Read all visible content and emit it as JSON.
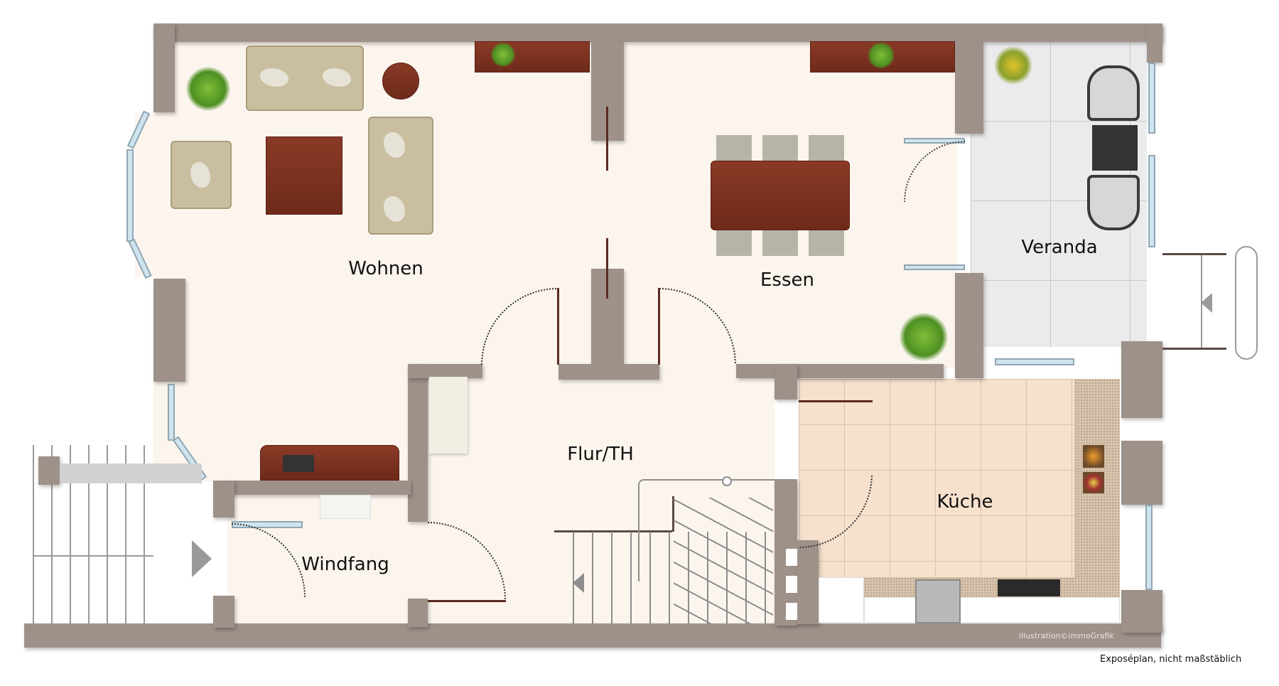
{
  "plan": {
    "rooms": [
      {
        "id": "wohnen",
        "label": "Wohnen"
      },
      {
        "id": "essen",
        "label": "Essen"
      },
      {
        "id": "veranda",
        "label": "Veranda"
      },
      {
        "id": "flur",
        "label": "Flur/TH"
      },
      {
        "id": "kueche",
        "label": "Küche"
      },
      {
        "id": "windfang",
        "label": "Windfang"
      }
    ],
    "credit": "illustration©immoGrafik",
    "note": "Exposéplan, nicht maßstäblich"
  },
  "colors": {
    "wall": "#9e9189",
    "floor": "#fcf5ee",
    "veranda_tile": "#eaebec",
    "kitchen_tile": "#f6e1cc",
    "wood": "#7a301f",
    "window": "#cfe4ee"
  }
}
